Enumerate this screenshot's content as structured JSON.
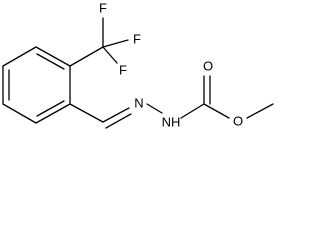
{
  "molecule": {
    "atoms": {
      "fluorine_top": "F",
      "fluorine_right": "F",
      "fluorine_bottom": "F",
      "nitrogen_imine": "N",
      "nitrogen_amine": "NH",
      "oxygen_carbonyl": "O",
      "oxygen_ester": "O"
    }
  }
}
